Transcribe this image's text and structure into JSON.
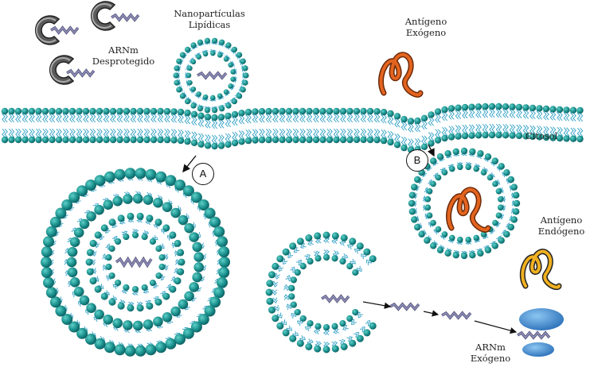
{
  "labels": {
    "nanoparticulas_line1": "Nanopartículas",
    "nanoparticulas_line2": "Lipídicas",
    "arnm_desp_line1": "ARNm",
    "arnm_desp_line2": "Desprotegido",
    "antigeno_exo_line1": "Antígeno",
    "antigeno_exo_line2": "Exógeno",
    "citosol": "Citosol",
    "antigeno_endo_line1": "Antígeno",
    "antigeno_endo_line2": "Endógeno",
    "arnm_exo_line1": "ARNm",
    "arnm_exo_line2": "Exógeno",
    "path_a": "A",
    "path_b": "B"
  },
  "colors": {
    "lipid_head": "#1a8f8c",
    "lipid_tail": "#3fa7c9",
    "rna": "#8b8bb5",
    "exogenous_antigen": "#d9541a",
    "endogenous_antigen": "#e0a21a",
    "ribosome": "#3f8fd6",
    "enzyme": "#555555"
  },
  "icons": [
    "enzyme-icon",
    "exogenous-antigen-icon",
    "endogenous-antigen-icon",
    "ribosome-icon",
    "mrna-icon"
  ]
}
